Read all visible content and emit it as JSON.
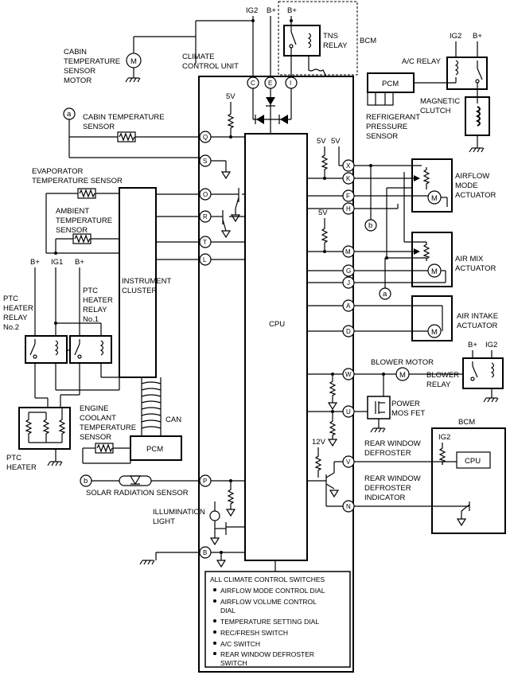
{
  "power": {
    "ig2": "IG2",
    "bplus": "B+",
    "ig1": "IG1",
    "v5": "5V",
    "v12": "12V"
  },
  "labels": {
    "cabin_sensor_motor": [
      "CABIN",
      "TEMPERATURE",
      "SENSOR",
      "MOTOR"
    ],
    "climate_control_unit": [
      "CLIMATE",
      "CONTROL UNIT"
    ],
    "tns_relay": [
      "TNS",
      "RELAY"
    ],
    "bcm": "BCM",
    "ac_relay": "A/C RELAY",
    "pcm": "PCM",
    "magnetic_clutch": [
      "MAGNETIC",
      "CLUTCH"
    ],
    "refrigerant_sensor": [
      "REFRIGERANT",
      "PRESSURE",
      "SENSOR"
    ],
    "cabin_temp_sensor": [
      "CABIN TEMPERATURE",
      "SENSOR"
    ],
    "evaporator_sensor": [
      "EVAPORATOR",
      "TEMPERATURE SENSOR"
    ],
    "ambient_sensor": [
      "AMBIENT",
      "TEMPERATURE",
      "SENSOR"
    ],
    "instrument_cluster": [
      "INSTRUMENT",
      "CLUSTER"
    ],
    "ptc_relay_2": [
      "PTC",
      "HEATER",
      "RELAY",
      "No.2"
    ],
    "ptc_relay_1": [
      "PTC",
      "HEATER",
      "RELAY",
      "No.1"
    ],
    "ptc_heater": [
      "PTC",
      "HEATER"
    ],
    "engine_coolant_sensor": [
      "ENGINE",
      "COOLANT",
      "TEMPERATURE",
      "SENSOR"
    ],
    "can": "CAN",
    "solar_sensor": "SOLAR RADIATION SENSOR",
    "illumination": [
      "ILLUMINATION",
      "LIGHT"
    ],
    "cpu": "CPU",
    "airflow_mode_actuator": [
      "AIRFLOW",
      "MODE",
      "ACTUATOR"
    ],
    "air_mix_actuator": [
      "AIR MIX",
      "ACTUATOR"
    ],
    "air_intake_actuator": [
      "AIR INTAKE",
      "ACTUATOR"
    ],
    "blower_motor": "BLOWER MOTOR",
    "blower_relay": [
      "BLOWER",
      "RELAY"
    ],
    "power_mosfet": [
      "POWER",
      "MOS FET"
    ],
    "rear_defroster": [
      "REAR WINDOW",
      "DEFROSTER"
    ],
    "rear_defroster_indicator": [
      "REAR WINDOW",
      "DEFROSTER",
      "INDICATOR"
    ],
    "ref_a": "a",
    "ref_b": "b",
    "motor": "M"
  },
  "pins": {
    "C": "C",
    "E": "E",
    "I": "I",
    "Q": "Q",
    "S": "S",
    "O": "O",
    "R": "R",
    "T": "T",
    "L": "L",
    "P": "P",
    "B": "B",
    "X": "X",
    "K": "K",
    "F": "F",
    "H": "H",
    "M": "M",
    "G": "G",
    "J": "J",
    "A": "A",
    "D": "D",
    "W": "W",
    "U": "U",
    "V": "V",
    "N": "N"
  },
  "switches": {
    "title": "ALL CLIMATE CONTROL SWITCHES",
    "items": [
      [
        "AIRFLOW MODE CONTROL DIAL"
      ],
      [
        "AIRFLOW VOLUME CONTROL",
        "DIAL"
      ],
      [
        "TEMPERATURE SETTING DIAL"
      ],
      [
        "REC/FRESH SWITCH"
      ],
      [
        "A/C SWITCH"
      ],
      [
        "REAR WINDOW DEFROSTER",
        "SWITCH"
      ]
    ]
  }
}
